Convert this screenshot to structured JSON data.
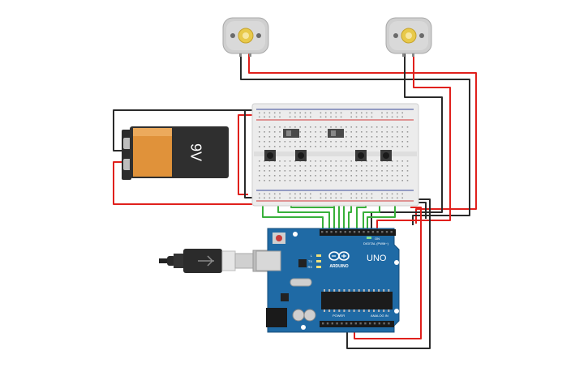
{
  "battery": {
    "label": "9V",
    "body_color": "#2f2f2f",
    "cap_color": "#e0923a"
  },
  "arduino": {
    "brand": "ARDUINO",
    "model": "UNO",
    "digital_header": "DIGITAL (PWM~)",
    "power_header": "POWER",
    "analog_header": "ANALOG IN",
    "tx_label": "TX",
    "rx_label": "RX",
    "l_label": "L",
    "on_label": "ON",
    "board_color": "#1f6aa5"
  },
  "wire_colors": {
    "red": "#e0201c",
    "black": "#2a2a2a",
    "green": "#38b03a"
  },
  "breadboard": {
    "color": "#ececec"
  }
}
